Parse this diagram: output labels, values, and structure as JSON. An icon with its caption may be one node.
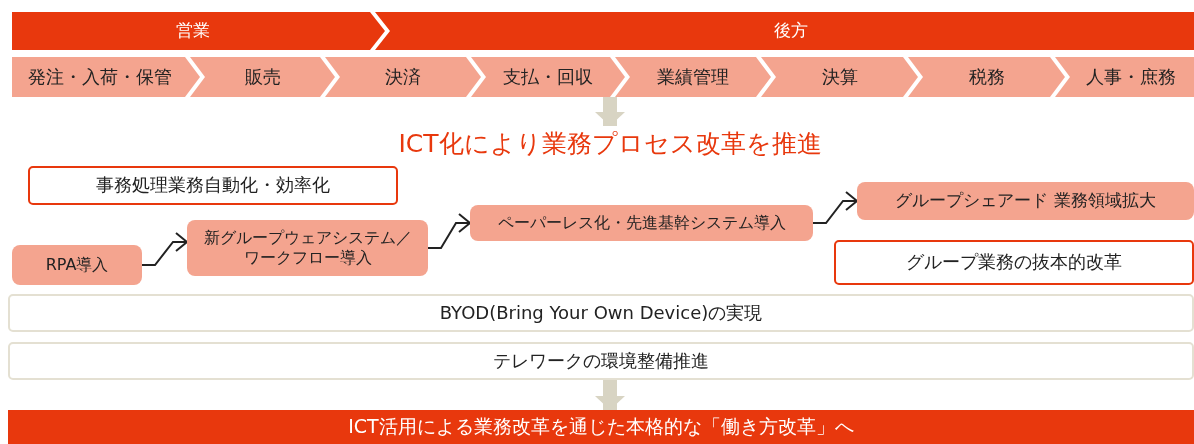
{
  "diagram": {
    "nodes": [
      {
        "text": [
          "営業"
        ]
      },
      {
        "text": [
          "後方"
        ]
      },
      {
        "text": [
          "発注・入荷・保管"
        ]
      },
      {
        "text": [
          "販売"
        ]
      },
      {
        "text": [
          "決済"
        ]
      },
      {
        "text": [
          "支払・回収"
        ]
      },
      {
        "text": [
          "業績管理"
        ]
      },
      {
        "text": [
          "決算"
        ]
      },
      {
        "text": [
          "税務"
        ]
      },
      {
        "text": [
          "人事・庶務"
        ]
      },
      {
        "text": [
          "ICT化により業務プロセス改革を推進"
        ]
      },
      {
        "text": [
          "事務処理業務自動化・効率化"
        ]
      },
      {
        "text": [
          "RPA導入"
        ]
      },
      {
        "text": [
          "新グループウェアシステム／ワークフロー導入"
        ]
      },
      {
        "text": [
          "ペーパーレス化・先進基幹システム導入"
        ]
      },
      {
        "text": [
          "グループシェアード 業務領域拡大"
        ]
      },
      {
        "text": [
          "グループ業務の抜本的改革"
        ]
      },
      {
        "text": [
          "BYOD(Bring Your Own Device)の実現"
        ]
      },
      {
        "text": [
          "テレワークの環境整備推進"
        ]
      },
      {
        "text": [
          "ICT活用による業務改革を通じた本格的な「働き方改革」へ"
        ]
      }
    ],
    "edges": [
      {
        "from": 5,
        "to": 10,
        "arrow": "to",
        "style": "thick",
        "color": "#d8d4c3"
      },
      {
        "from": 12,
        "to": 13,
        "arrow": "to"
      },
      {
        "from": 13,
        "to": 14,
        "arrow": "to"
      },
      {
        "from": 14,
        "to": 15,
        "arrow": "to"
      },
      {
        "from": 18,
        "to": 19,
        "arrow": "to",
        "style": "thick",
        "color": "#d8d4c3"
      }
    ]
  }
}
